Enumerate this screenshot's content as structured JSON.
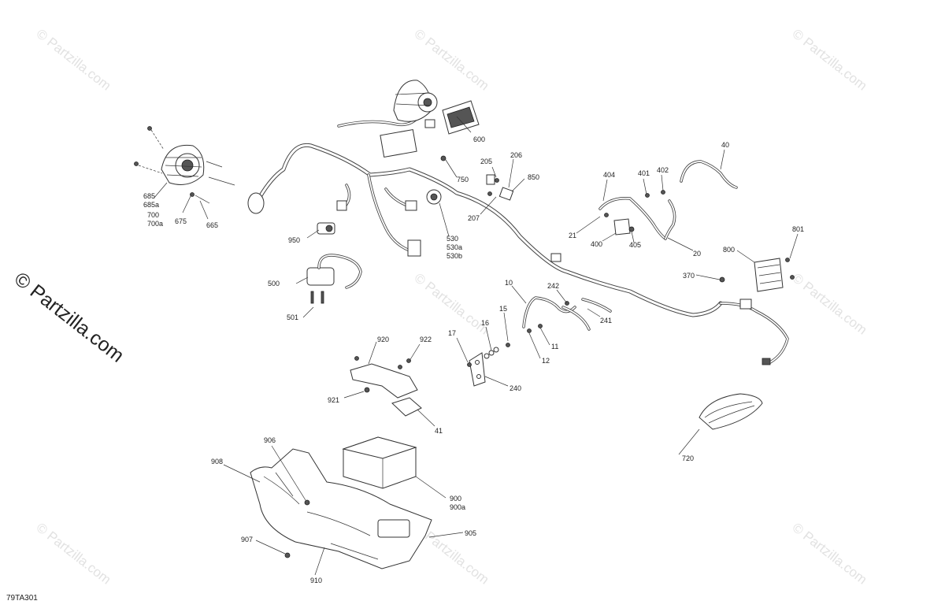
{
  "diagram": {
    "code": "79TA301",
    "watermark": "© Partzilla.com",
    "watermark_small": "© Partzilla.com",
    "callouts": {
      "c665": "665",
      "c675": "675",
      "c685": "685",
      "c685a": "685a",
      "c700": "700",
      "c700a": "700a",
      "c950": "950",
      "c500": "500",
      "c501": "501",
      "c530": "530",
      "c530a": "530a",
      "c530b": "530b",
      "c600": "600",
      "c750": "750",
      "c205": "205",
      "c206": "206",
      "c207": "207",
      "c850": "850",
      "c404": "404",
      "c401": "401",
      "c402": "402",
      "c40": "40",
      "c21": "21",
      "c400": "400",
      "c405": "405",
      "c20": "20",
      "c801": "801",
      "c800": "800",
      "c370": "370",
      "c10": "10",
      "c242": "242",
      "c241": "241",
      "c15": "15",
      "c16": "16",
      "c17": "17",
      "c11": "11",
      "c12": "12",
      "c240": "240",
      "c920": "920",
      "c922": "922",
      "c921": "921",
      "c41": "41",
      "c720": "720",
      "c906": "906",
      "c908": "908",
      "c900": "900",
      "c900a": "900a",
      "c905": "905",
      "c907": "907",
      "c910": "910"
    }
  }
}
